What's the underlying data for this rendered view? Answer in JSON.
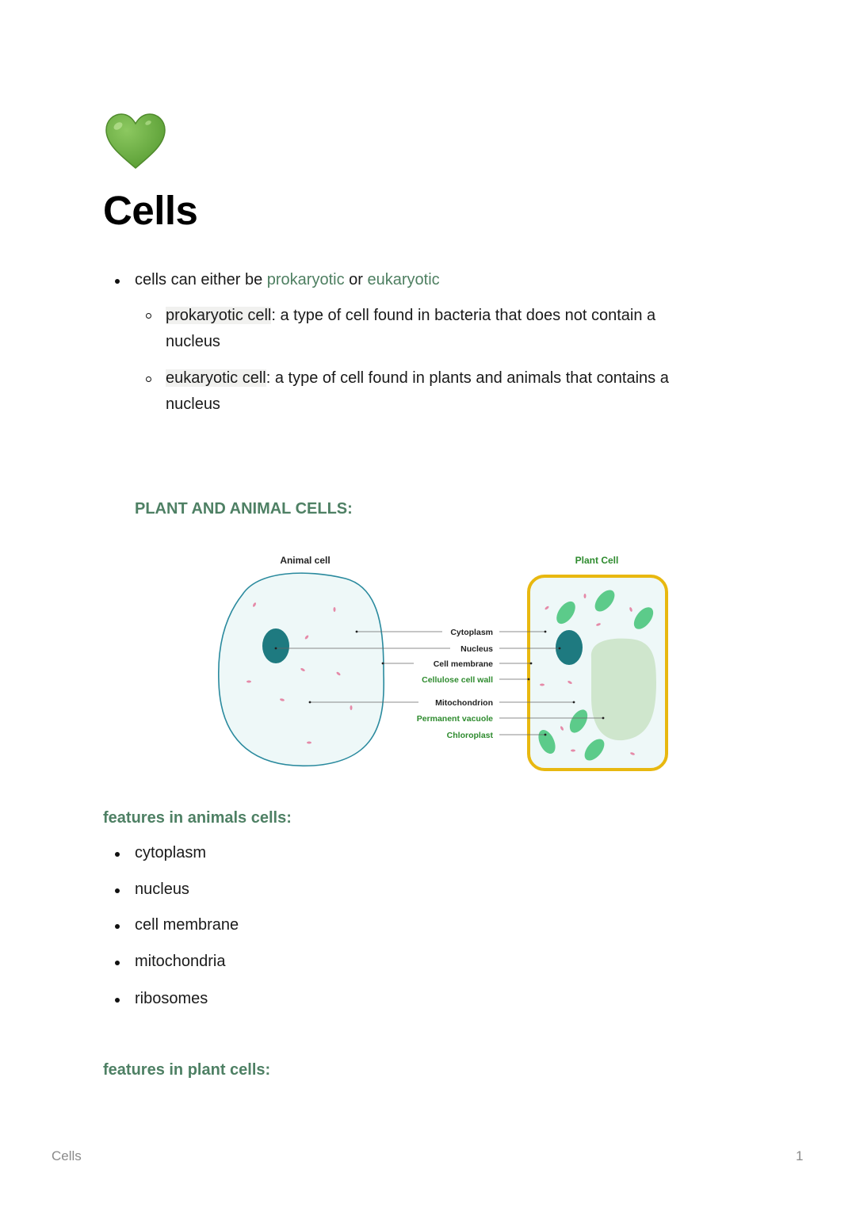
{
  "page": {
    "icon": "green-heart-icon",
    "title": "Cells"
  },
  "intro": {
    "bullet": {
      "prefix": "cells can either be ",
      "term1": "prokaryotic",
      "middle": " or ",
      "term2": "eukaryotic"
    },
    "sub_items": [
      {
        "term": "prokaryotic cell",
        "line1": ": a type of cell found in bacteria that does not contain a",
        "line2": "nucleus"
      },
      {
        "term": "eukaryotic cell",
        "line1": ": a type of cell found in plants and animals that contains a",
        "line2": "nucleus"
      }
    ]
  },
  "section_plant_animal": {
    "heading": "PLANT AND ANIMAL CELLS:"
  },
  "diagram": {
    "animal_title": "Animal cell",
    "plant_title": "Plant Cell",
    "labels": [
      {
        "text": "Cytoplasm",
        "color": "#222222"
      },
      {
        "text": "Nucleus",
        "color": "#222222"
      },
      {
        "text": "Cell membrane",
        "color": "#222222"
      },
      {
        "text": "Cellulose cell wall",
        "color": "#2e8b2e"
      },
      {
        "text": "Mitochondrion",
        "color": "#222222"
      },
      {
        "text": "Permanent vacuole",
        "color": "#2e8b2e"
      },
      {
        "text": "Chloroplast",
        "color": "#2e8b2e"
      }
    ],
    "colors": {
      "cytoplasm_fill": "#eef8f8",
      "animal_membrane": "#2a8a9e",
      "nucleus": "#1e7a80",
      "plant_wall": "#e8b810",
      "chloroplast": "#5ccb8a",
      "vacuole": "#cfe6cd",
      "mitochondria": "#e58aa8"
    }
  },
  "section_animal": {
    "heading": "features in animals cells:",
    "items": [
      "cytoplasm",
      "nucleus",
      "cell membrane",
      "mitochondria",
      "ribosomes"
    ]
  },
  "section_plant": {
    "heading": "features in plant cells:"
  },
  "footer": {
    "doc_name": "Cells",
    "page_number": "1"
  },
  "colors": {
    "accent_green": "#4e8064",
    "text": "#1a1a1a",
    "footer_text": "#8a8a8a"
  }
}
